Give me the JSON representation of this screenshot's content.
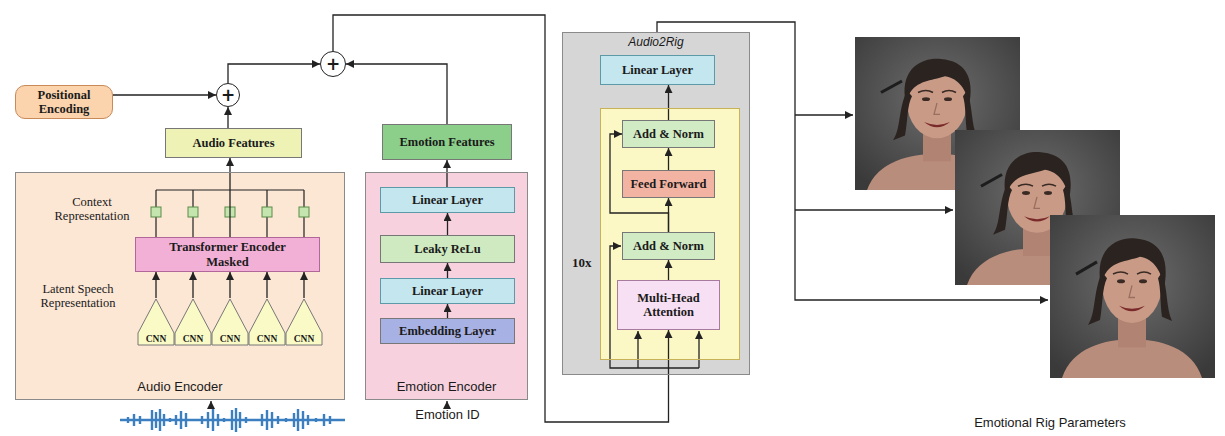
{
  "diagram": {
    "nodes": [
      {
        "text": [
          "Positional Encoding"
        ]
      },
      {
        "text": [
          "+"
        ]
      },
      {
        "text": [
          "+"
        ]
      },
      {
        "text": [
          "Audio Features"
        ]
      },
      {
        "text": [
          "Audio Encoder"
        ]
      },
      {
        "text": [
          "Transformer Encoder Masked"
        ],
        "in": 4
      },
      {
        "text": [
          "CNN"
        ],
        "in": 4
      },
      {
        "text": [
          "CNN"
        ],
        "in": 4
      },
      {
        "text": [
          "CNN"
        ],
        "in": 4
      },
      {
        "text": [
          "CNN"
        ],
        "in": 4
      },
      {
        "text": [
          "CNN"
        ],
        "in": 4
      },
      {
        "text": [
          "Emotion Features"
        ]
      },
      {
        "text": [
          "Emotion Encoder"
        ]
      },
      {
        "text": [
          "Linear Layer"
        ],
        "in": 12
      },
      {
        "text": [
          "Leaky ReLu"
        ],
        "in": 12
      },
      {
        "text": [
          "Linear Layer"
        ],
        "in": 12
      },
      {
        "text": [
          "Embedding Layer"
        ],
        "in": 12
      },
      {
        "text": [
          "Audio2Rig"
        ]
      },
      {
        "text": [
          "Linear Layer"
        ],
        "in": 17
      },
      {
        "text": [
          "10x"
        ],
        "in": 17
      },
      {
        "text": [
          "Add & Norm"
        ],
        "in": 19
      },
      {
        "text": [
          "Feed Forward"
        ],
        "in": 19
      },
      {
        "text": [
          "Add & Norm"
        ],
        "in": 19
      },
      {
        "text": [
          "Multi-Head Attention"
        ],
        "in": 19
      }
    ],
    "edges": [
      {
        "from": 6,
        "to": 5,
        "arrow": "to"
      },
      {
        "from": 7,
        "to": 5,
        "arrow": "to"
      },
      {
        "from": 8,
        "to": 5,
        "arrow": "to"
      },
      {
        "from": 9,
        "to": 5,
        "arrow": "to"
      },
      {
        "from": 10,
        "to": 5,
        "arrow": "to"
      },
      {
        "from": 5,
        "to": 3,
        "arrow": "to"
      },
      {
        "from": 3,
        "to": 1,
        "arrow": "to"
      },
      {
        "from": 0,
        "to": 1,
        "arrow": "to"
      },
      {
        "from": 1,
        "to": 2,
        "arrow": "to"
      },
      {
        "from": 11,
        "to": 2,
        "arrow": "to"
      },
      {
        "from": 2,
        "to": 23,
        "arrow": "to"
      },
      {
        "from": 16,
        "to": 15,
        "arrow": "to"
      },
      {
        "from": 15,
        "to": 14,
        "arrow": "to"
      },
      {
        "from": 14,
        "to": 13,
        "arrow": "to"
      },
      {
        "from": 13,
        "to": 11,
        "arrow": "to"
      },
      {
        "from": 23,
        "to": 22,
        "arrow": "to"
      },
      {
        "from": 22,
        "to": 21,
        "arrow": "to"
      },
      {
        "from": 21,
        "to": 20,
        "arrow": "to"
      },
      {
        "from": 20,
        "to": 18,
        "arrow": "to"
      },
      {
        "from": 22,
        "to": 20,
        "arrow": "to"
      }
    ],
    "labels": [
      "Context Representation",
      "Latent Speech Representation",
      "Emotion ID",
      "Emotional Rig Parameters"
    ]
  }
}
